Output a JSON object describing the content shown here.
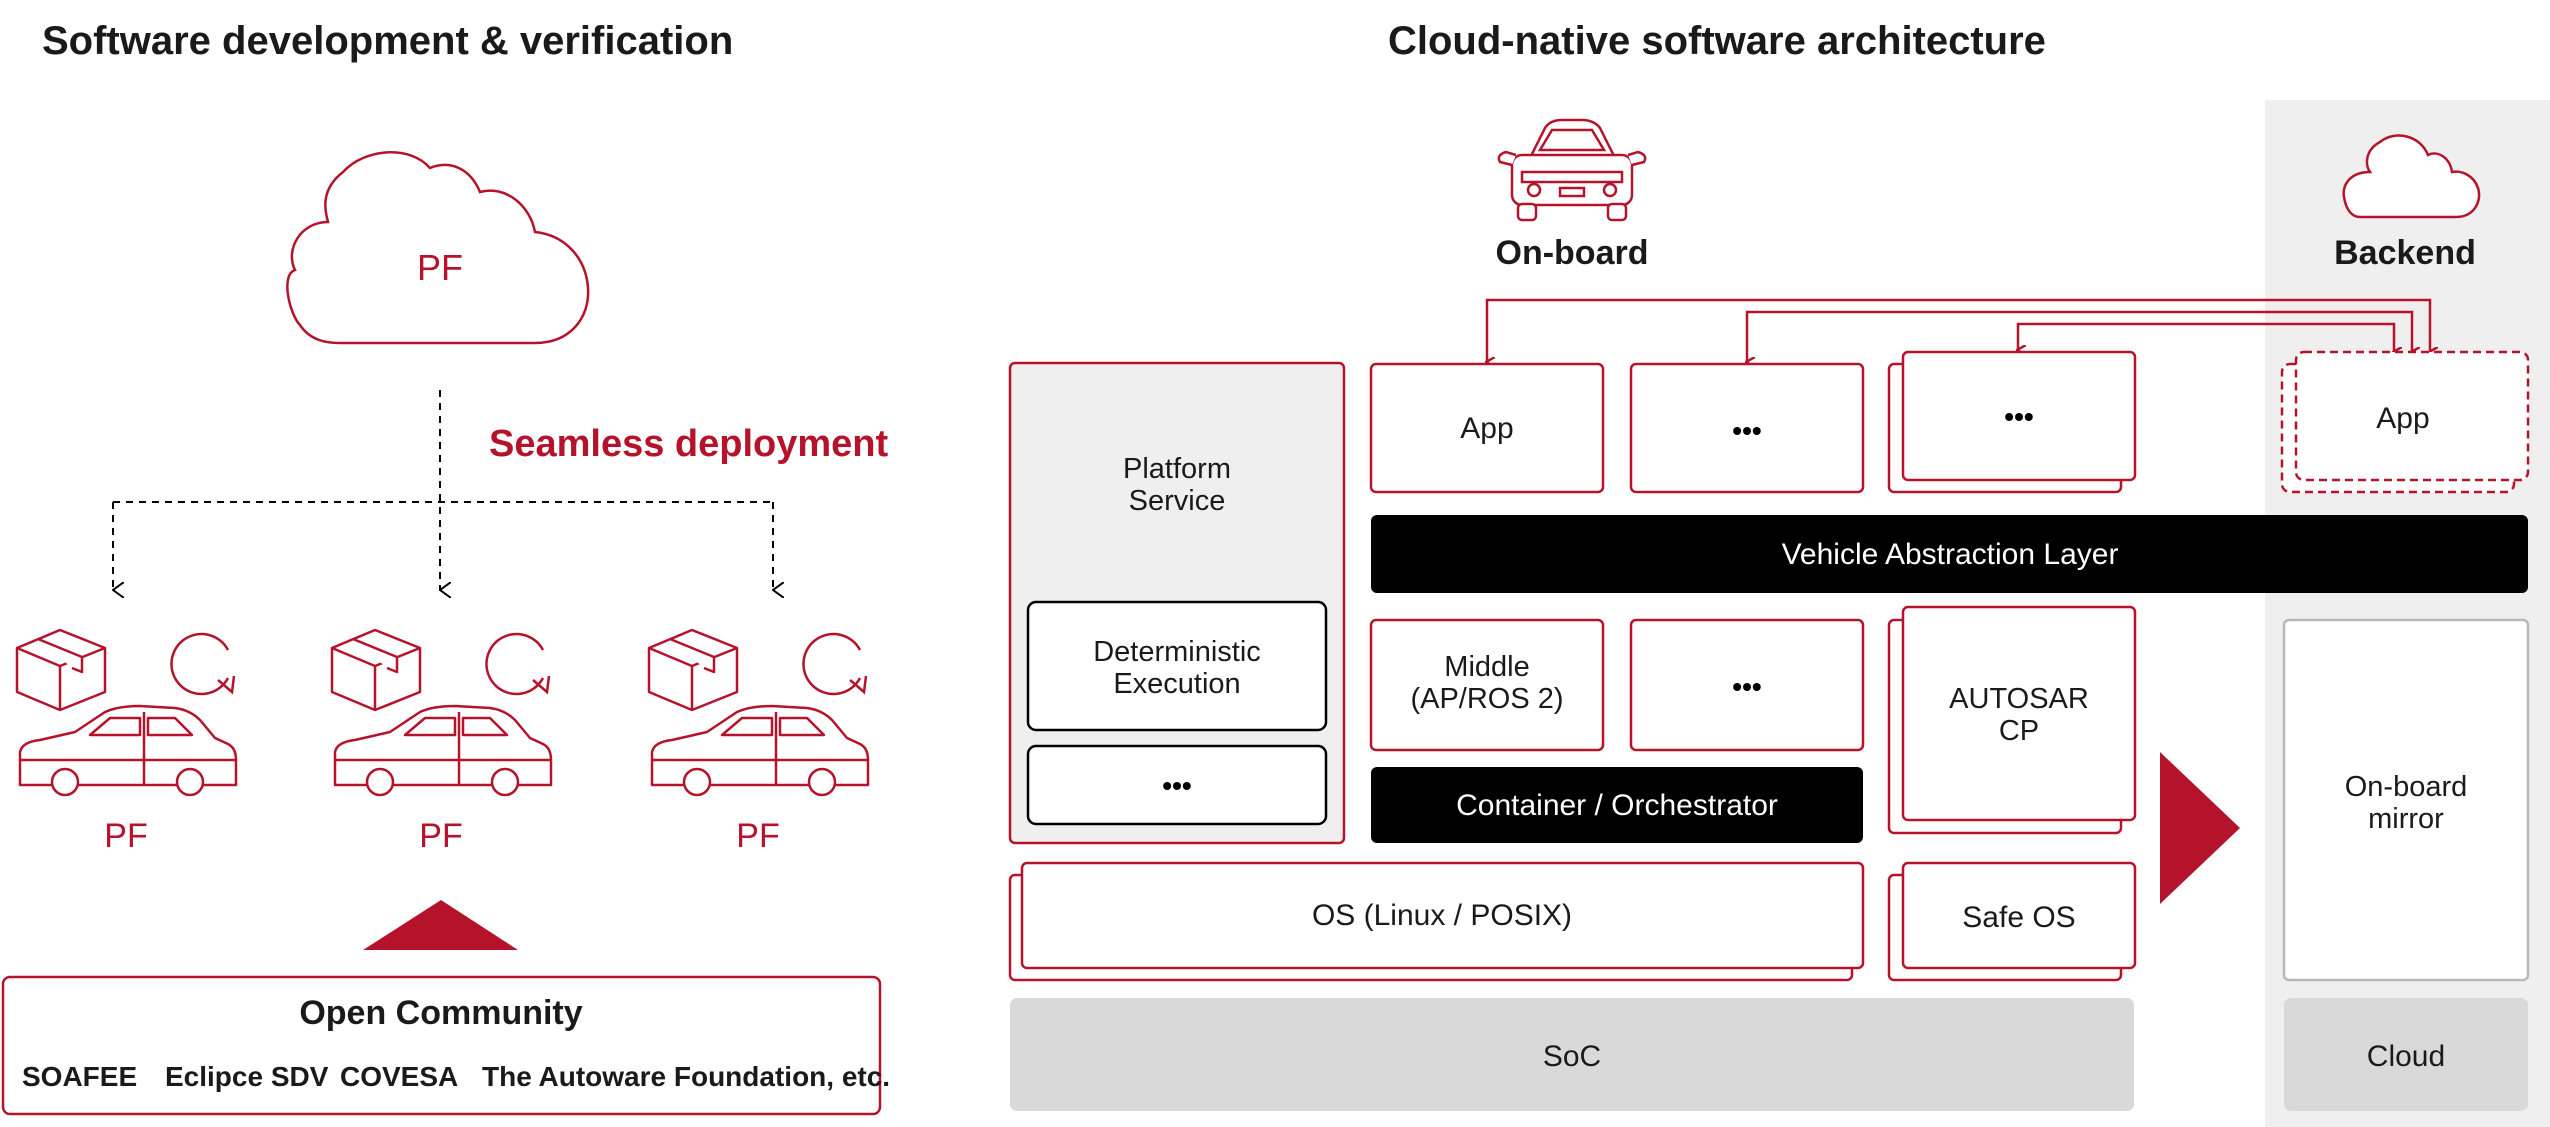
{
  "left": {
    "title": "Software development & verification",
    "cloud_label": "PF",
    "deploy_label": "Seamless deployment",
    "cars": [
      {
        "label": "PF"
      },
      {
        "label": "PF"
      },
      {
        "label": "PF"
      }
    ],
    "community": {
      "title": "Open Community",
      "members": [
        "SOAFEE",
        "Eclipce SDV",
        "COVESA",
        "The Autoware Foundation, etc."
      ]
    }
  },
  "right": {
    "title": "Cloud-native software architecture",
    "onboard_label": "On-board",
    "backend_label": "Backend",
    "platform_service": [
      "Platform",
      "Service"
    ],
    "deterministic": [
      "Deterministic",
      "Execution"
    ],
    "ellipsis": "•••",
    "app": "App",
    "backend_app": "App",
    "val": "Vehicle Abstraction Layer",
    "middle": [
      "Middle",
      "(AP/ROS 2)"
    ],
    "autosar": [
      "AUTOSAR",
      "CP"
    ],
    "container": "Container / Orchestrator",
    "os": "OS (Linux / POSIX)",
    "safe_os": "Safe OS",
    "soc": "SoC",
    "mirror": [
      "On-board",
      "mirror"
    ],
    "cloud": "Cloud"
  },
  "colors": {
    "accent": "#b5132b",
    "black": "#000000",
    "panel": "#efefef",
    "soc": "#d9d9d9"
  }
}
